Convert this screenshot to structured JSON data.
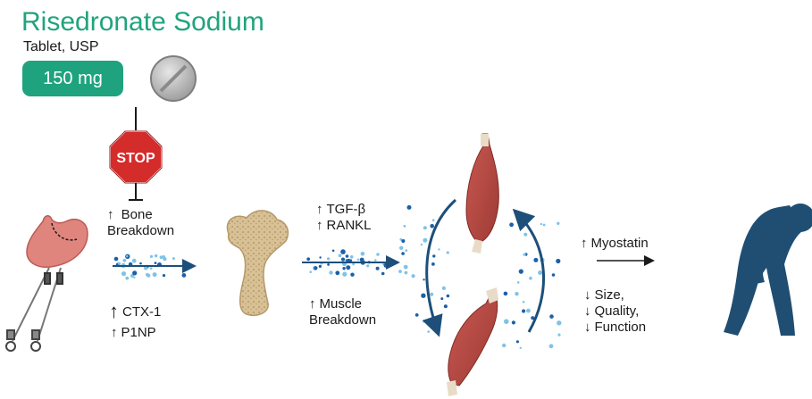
{
  "drug": {
    "title": "Risedronate Sodium",
    "subtitle": "Tablet, USP",
    "dose": "150 mg"
  },
  "stop_sign_text": "STOP",
  "labels": {
    "bone_breakdown_1": "Bone",
    "bone_breakdown_2": "Breakdown",
    "ctx1": "CTX-1",
    "p1np": "P1NP",
    "tgf": "TGF-β",
    "rankl": "RANKL",
    "muscle_breakdown_1": "Muscle",
    "muscle_breakdown_2": "Breakdown",
    "myostatin": "Myostatin",
    "size": "Size,",
    "quality": "Quality,",
    "function": "Function"
  },
  "symbols": {
    "up": "↑",
    "down": "↓"
  },
  "colors": {
    "brand_green": "#1ea37e",
    "dark_blue": "#1d4f7a",
    "dot_light": "#7fc3e6",
    "dot_dark": "#1d5fa8",
    "stop_red": "#d42b2b",
    "muscle": "#b84a43",
    "bone": "#d8bf94",
    "person": "#1f4e72"
  },
  "icons": [
    "pill-icon",
    "stop-sign-icon",
    "stomach-icon",
    "endoscope-icon",
    "femur-bone-icon",
    "muscle-icon",
    "person-back-pain-icon"
  ]
}
